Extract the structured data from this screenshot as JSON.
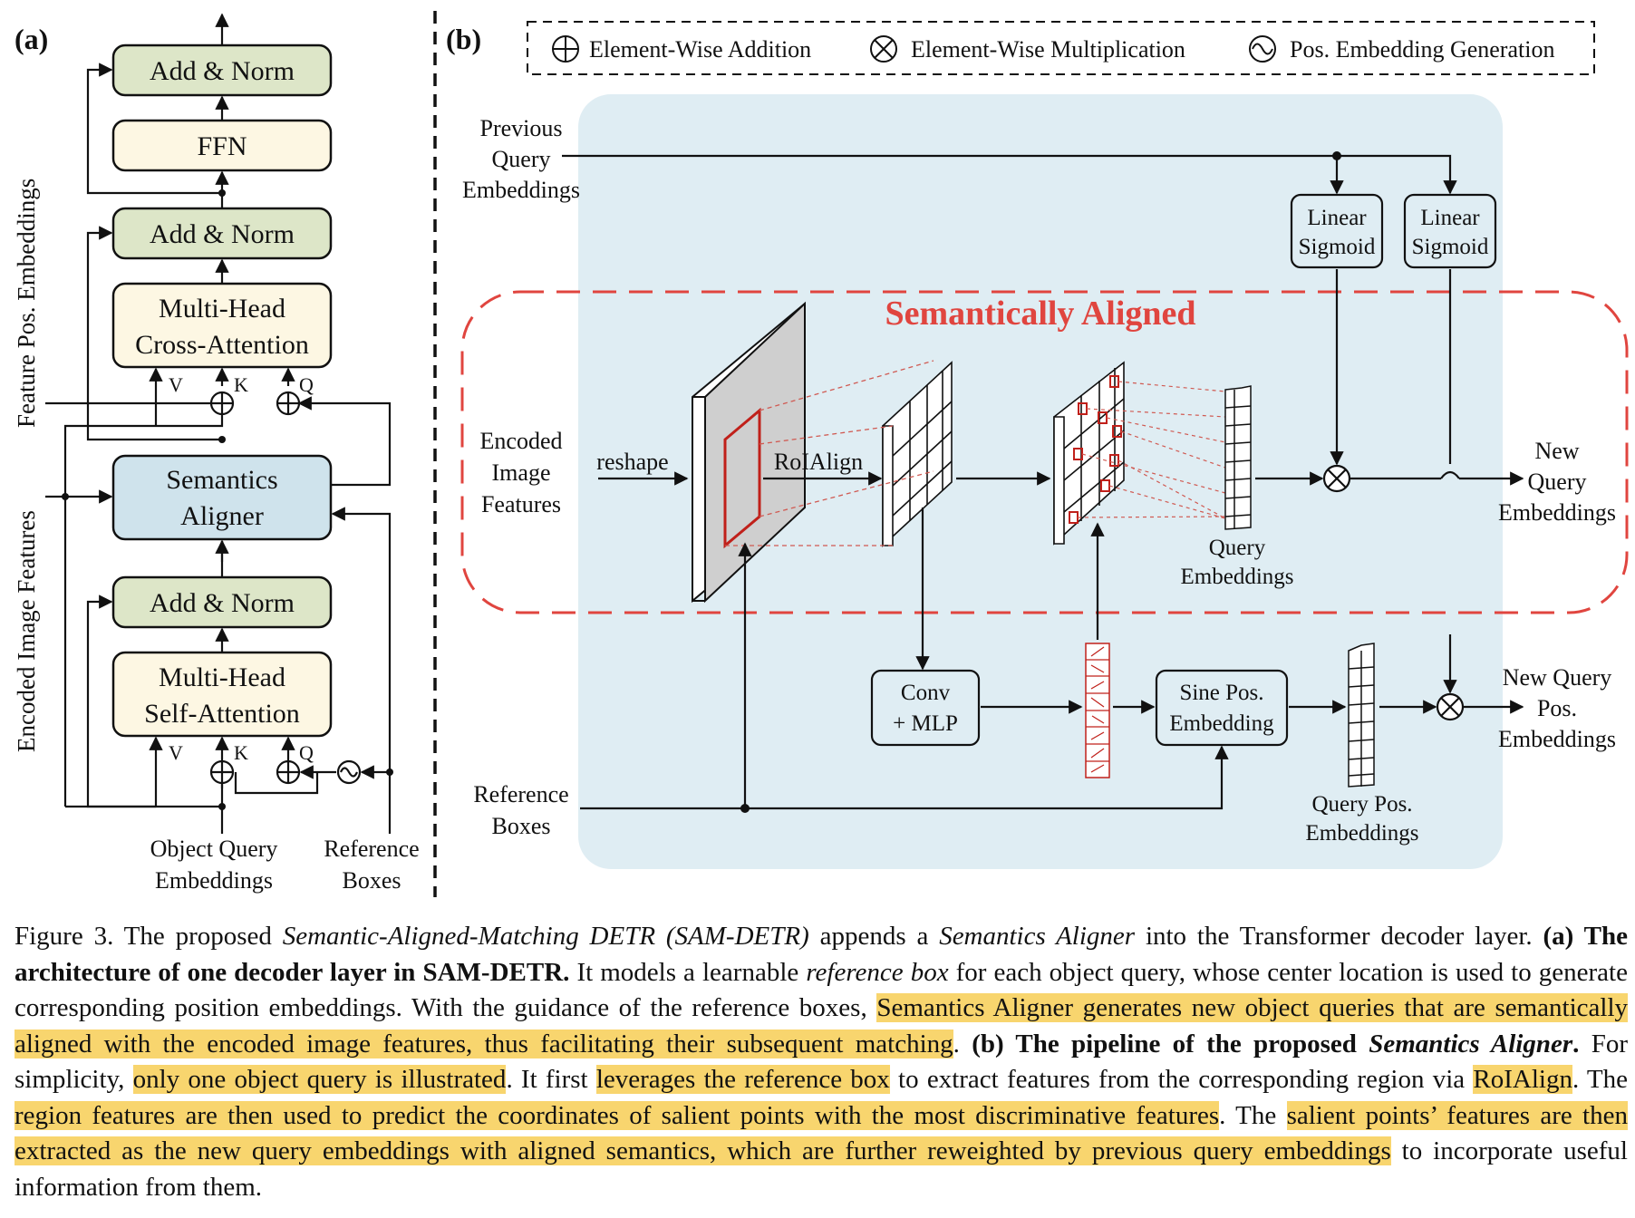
{
  "panel_a": {
    "label": "(a)",
    "boxes": {
      "add_norm_top": "Add & Norm",
      "ffn": "FFN",
      "add_norm_mid": "Add & Norm",
      "cross_attn_1": "Multi-Head",
      "cross_attn_2": "Cross-Attention",
      "aligner_1": "Semantics",
      "aligner_2": "Aligner",
      "add_norm_low": "Add & Norm",
      "self_attn_1": "Multi-Head",
      "self_attn_2": "Self-Attention"
    },
    "ports": {
      "v": "V",
      "k": "K",
      "q": "Q"
    },
    "side_label_top": "Feature Pos. Embeddings",
    "side_label_bottom": "Encoded Image Features",
    "inputs": {
      "object_query_1": "Object Query",
      "object_query_2": "Embeddings",
      "reference_1": "Reference",
      "reference_2": "Boxes"
    }
  },
  "panel_b": {
    "label": "(b)",
    "legend": {
      "addition": "Element-Wise Addition",
      "multiplication": "Element-Wise Multiplication",
      "pos_generation": "Pos. Embedding Generation"
    },
    "previous_query": [
      "Previous",
      "Query",
      "Embeddings"
    ],
    "encoded_image": [
      "Encoded",
      "Image",
      "Features"
    ],
    "reference_boxes": [
      "Reference",
      "Boxes"
    ],
    "reshape": "reshape",
    "roialign": "RoIAlign",
    "semantically_aligned": "Semantically Aligned",
    "linear_1": "Linear",
    "sigmoid_1": "Sigmoid",
    "linear_2": "Linear",
    "sigmoid_2": "Sigmoid",
    "conv": "Conv",
    "mlp": "+ MLP",
    "sine_1": "Sine Pos.",
    "sine_2": "Embedding",
    "query_emb": [
      "Query",
      "Embeddings"
    ],
    "query_pos": [
      "Query Pos.",
      "Embeddings"
    ],
    "new_query": [
      "New",
      "Query",
      "Embeddings"
    ],
    "new_query_pos": [
      "New Query",
      "Pos.",
      "Embeddings"
    ]
  },
  "caption": {
    "p1": "Figure 3. The proposed ",
    "p2": "Semantic-Aligned-Matching DETR (SAM-DETR)",
    "p3": " appends a ",
    "p4": "Semantics Aligner",
    "p5": " into the Transformer decoder layer. ",
    "p6": "(a) The architecture of one decoder layer in SAM-DETR.",
    "p7": " It models a learnable ",
    "p8": "reference box",
    "p9": " for each object query, whose center location is used to generate corresponding position embeddings. With the guidance of the reference boxes, ",
    "p10": "Semantics Aligner generates new object queries that are semantically aligned with the encoded image features, thus facilitating their subsequent matching",
    "p11": ". ",
    "p12": "(b) The pipeline of the proposed ",
    "p13": "Semantics Aligner",
    "p14": ".",
    "p15": " For simplicity, ",
    "p16": "only one object query is illustrated",
    "p17": ". It first ",
    "p18": "leverages the reference box",
    "p19": " to extract features from the corresponding region via ",
    "p20": "RoIAlign",
    "p21": ". The ",
    "p22": "region features are then used to predict the coordinates of salient points with the most discriminative features",
    "p23": ". The ",
    "p24": "salient points’ features are then extracted as the new query embeddings with aligned semantics, which are further reweighted by previous query embeddings",
    "p25": " to incorporate useful information from them."
  },
  "colors": {
    "add_norm": "#dde6c8",
    "ffn_attn": "#fdf7e3",
    "aligner": "#cfe3ec",
    "panel_bg": "#dfedf3",
    "red": "#e0453f",
    "highlight": "#f8d56e"
  }
}
